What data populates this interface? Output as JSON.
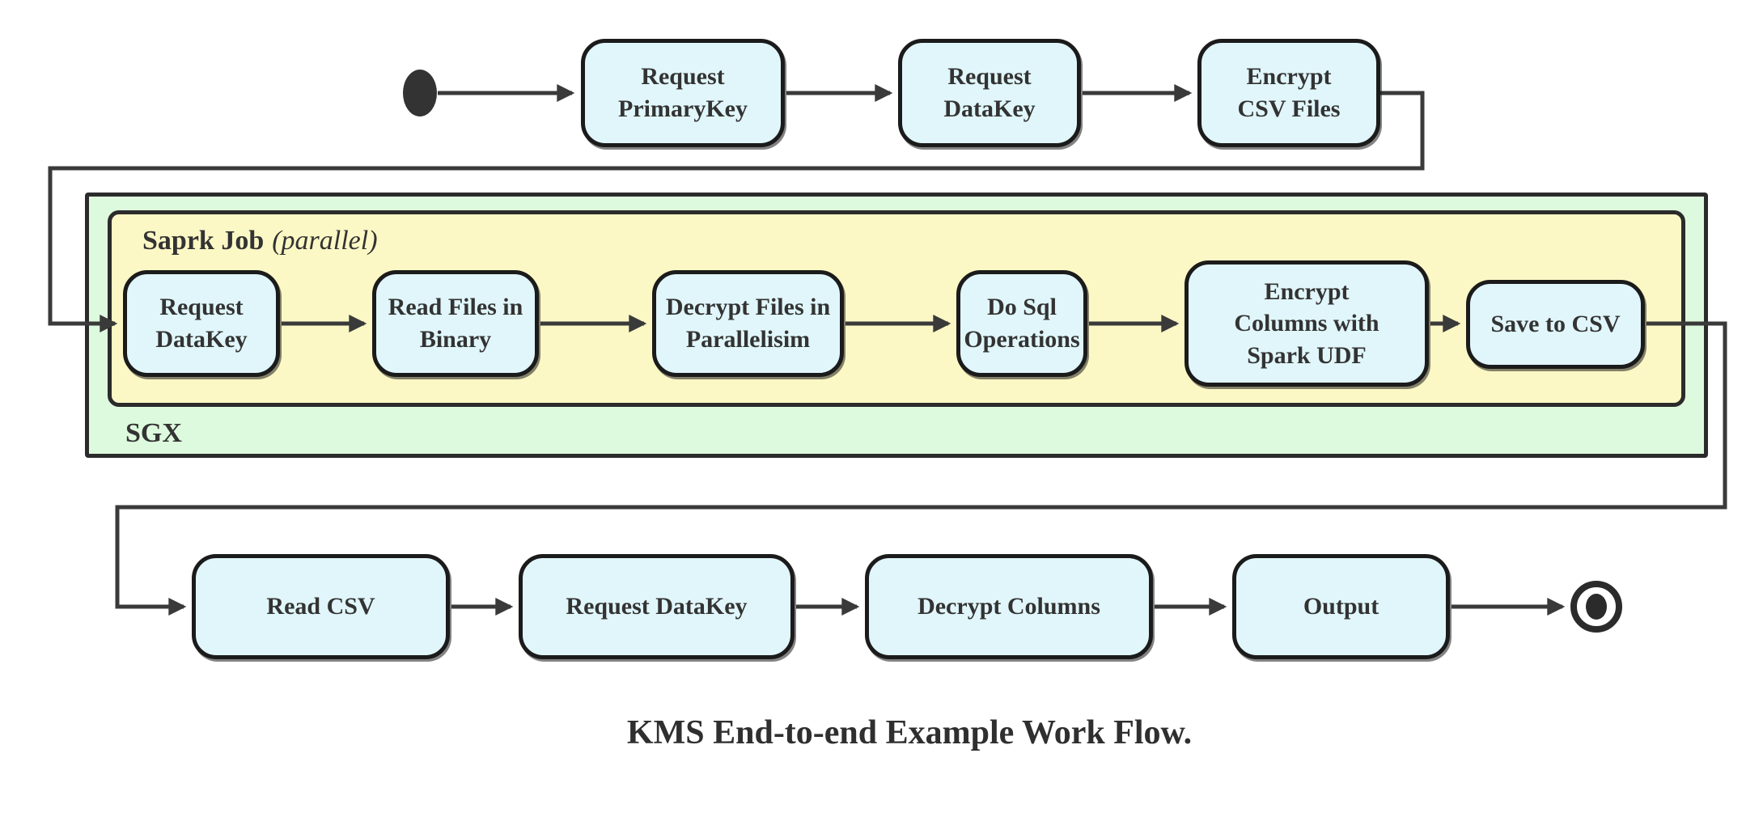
{
  "diagram": {
    "caption": "KMS End-to-end Example Work Flow.",
    "colors": {
      "node_fill": "#E0F6FA",
      "node_border": "#1B1B1B",
      "sgx_fill": "#DEFADE",
      "spark_fill": "#FCF8C5",
      "container_border": "#2B2B2B",
      "edge_color": "#3A3A3A",
      "text_color": "#333333"
    },
    "icons": {
      "start": "start-state-icon",
      "end": "final-state-icon"
    },
    "containers": {
      "sgx": {
        "label": "SGX"
      },
      "spark": {
        "label_bold": "Saprk Job",
        "label_italic": "(parallel)"
      }
    },
    "top_row": [
      {
        "label": "Request\nPrimaryKey"
      },
      {
        "label": "Request\nDataKey"
      },
      {
        "label": "Encrypt\nCSV Files"
      }
    ],
    "sgx_row": [
      {
        "label": "Request\nDataKey"
      },
      {
        "label": "Read Files in\nBinary"
      },
      {
        "label": "Decrypt Files in\nParallelisim"
      },
      {
        "label": "Do Sql\nOperations"
      },
      {
        "label": "Encrypt\nColumns with\nSpark UDF"
      },
      {
        "label": "Save to CSV"
      }
    ],
    "bottom_row": [
      {
        "label": "Read CSV"
      },
      {
        "label": "Request DataKey"
      },
      {
        "label": "Decrypt Columns"
      },
      {
        "label": "Output"
      }
    ]
  }
}
